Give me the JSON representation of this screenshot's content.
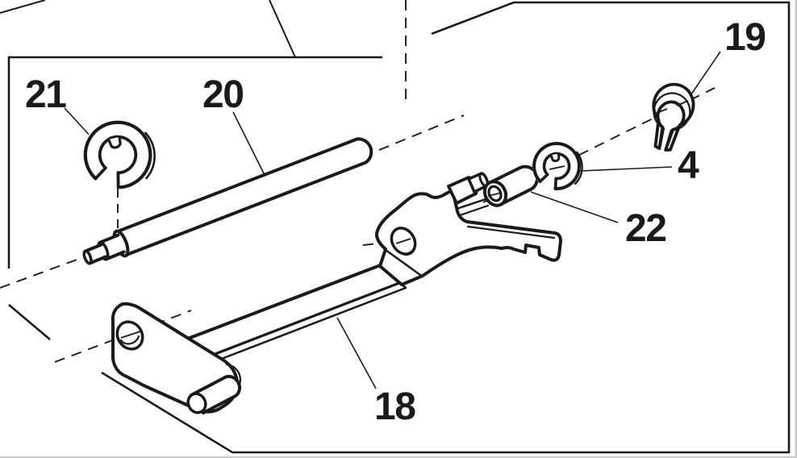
{
  "diagram": {
    "type": "exploded-parts-diagram",
    "colors": {
      "ink": "#1a1a1a",
      "background": "#ffffff",
      "page_edge": "#c9c9c9"
    }
  },
  "parts": [
    {
      "id": "21",
      "label": "21",
      "name": "e-ring-retainer-left"
    },
    {
      "id": "20",
      "label": "20",
      "name": "shaft"
    },
    {
      "id": "19",
      "label": "19",
      "name": "spring-clip"
    },
    {
      "id": "4",
      "label": "4",
      "name": "e-ring-retainer-right"
    },
    {
      "id": "22",
      "label": "22",
      "name": "bushing-collar"
    },
    {
      "id": "18",
      "label": "18",
      "name": "lever-bracket-assembly"
    }
  ]
}
